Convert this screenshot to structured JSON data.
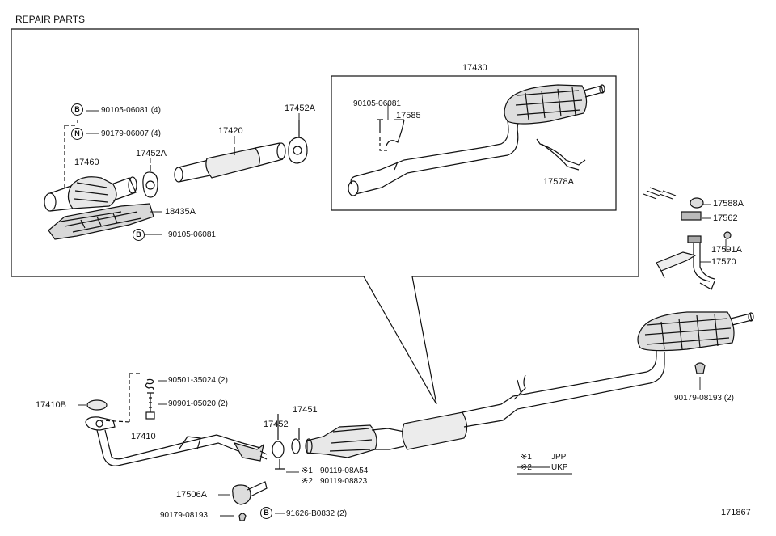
{
  "header": {
    "title": "REPAIR PARTS"
  },
  "callouts": {
    "top_b1_part": "90105-06081 (4)",
    "top_n_part": "90179-06007 (4)",
    "p17460": "17460",
    "p17452A_a": "17452A",
    "p17420": "17420",
    "p17452A_b": "17452A",
    "p18435A": "18435A",
    "top_b2_part": "90105-06081",
    "p17430": "17430",
    "p90105_06081": "90105-06081",
    "p17585": "17585",
    "p17578A": "17578A",
    "p17588A": "17588A",
    "p17562": "17562",
    "p17591A": "17591A",
    "p17570": "17570",
    "p90179_08193_right": "90179-08193 (2)",
    "p90501_35024": "90501-35024 (2)",
    "p90901_05020": "90901-05020 (2)",
    "p17410B": "17410B",
    "p17410": "17410",
    "p17452": "17452",
    "p17451": "17451",
    "mark1_part": "90119-08A54",
    "mark2_part": "90119-08823",
    "p17506A": "17506A",
    "p90179_08193_bottom": "90179-08193",
    "bottom_b_part": "91626-B0832 (2)"
  },
  "markers": {
    "b": "B",
    "n": "N",
    "ref1": "※1",
    "ref2": "※2"
  },
  "legend": [
    {
      "mark": "※1",
      "code": "JPP"
    },
    {
      "mark": "※2",
      "code": "UKP"
    }
  ],
  "illustration_id": "171867"
}
